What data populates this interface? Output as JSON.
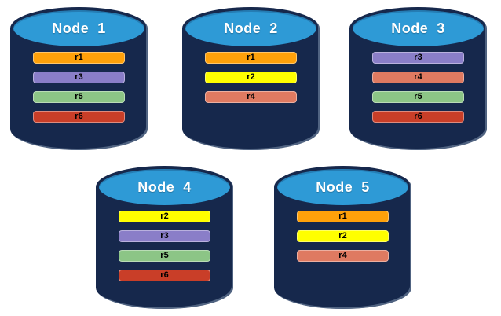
{
  "colors": {
    "cylinder_body": "#16284C",
    "cylinder_top": "#2E9AD6",
    "title_text": "#FFFFFF",
    "bar_text": "#000000",
    "replicas": {
      "r1": "#FFA10A",
      "r2": "#FFFF00",
      "r3": "#8A7EC8",
      "r4": "#DF7A61",
      "r5": "#8CC586",
      "r6": "#C93E28"
    }
  },
  "diagram": {
    "nodes": [
      {
        "title": "Node  1",
        "replicas": [
          {
            "id": "r1",
            "label": "r1"
          },
          {
            "id": "r3",
            "label": "r3"
          },
          {
            "id": "r5",
            "label": "r5"
          },
          {
            "id": "r6",
            "label": "r6"
          }
        ]
      },
      {
        "title": "Node  2",
        "replicas": [
          {
            "id": "r1",
            "label": "r1"
          },
          {
            "id": "r2",
            "label": "r2"
          },
          {
            "id": "r4",
            "label": "r4"
          }
        ]
      },
      {
        "title": "Node  3",
        "replicas": [
          {
            "id": "r3",
            "label": "r3"
          },
          {
            "id": "r4",
            "label": "r4"
          },
          {
            "id": "r5",
            "label": "r5"
          },
          {
            "id": "r6",
            "label": "r6"
          }
        ]
      },
      {
        "title": "Node  4",
        "replicas": [
          {
            "id": "r2",
            "label": "r2"
          },
          {
            "id": "r3",
            "label": "r3"
          },
          {
            "id": "r5",
            "label": "r5"
          },
          {
            "id": "r6",
            "label": "r6"
          }
        ]
      },
      {
        "title": "Node  5",
        "replicas": [
          {
            "id": "r1",
            "label": "r1"
          },
          {
            "id": "r2",
            "label": "r2"
          },
          {
            "id": "r4",
            "label": "r4"
          }
        ]
      }
    ]
  }
}
